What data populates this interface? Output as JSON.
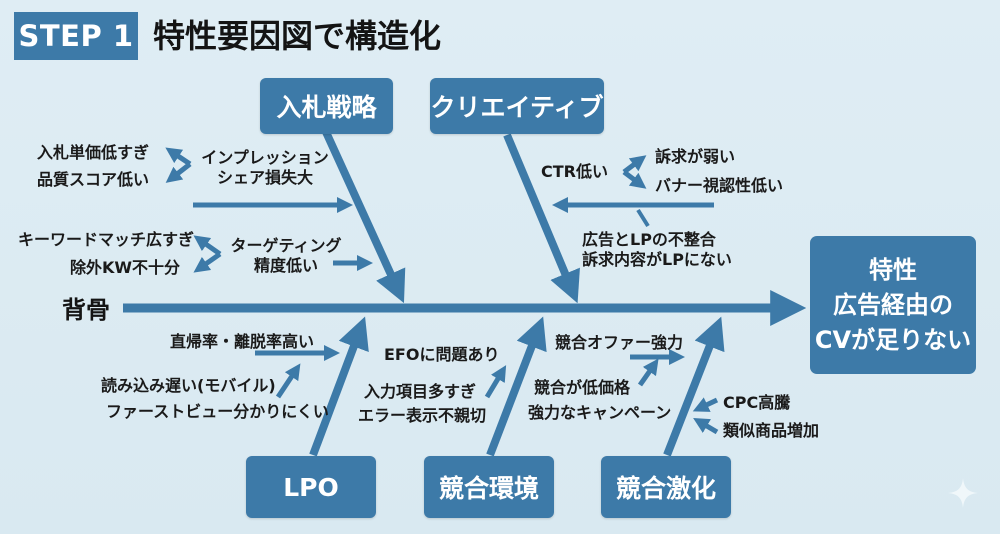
{
  "header": {
    "step_badge": "STEP 1",
    "title": "特性要因図で構造化"
  },
  "diagram": {
    "spine_label": "背骨",
    "effect": {
      "label": "特性",
      "lines": [
        "特性",
        "広告経由の",
        "CVが足りない"
      ]
    },
    "colors": {
      "accent": "#3d7aa8",
      "background": "#dcebf2",
      "text": "#1a1a1a"
    },
    "categories": {
      "bidding": {
        "label": "入札戦略",
        "causes": [
          {
            "label": "インプレッション\nシェア損失大",
            "line1": "インプレッション",
            "line2": "シェア損失大",
            "sub_causes": [
              "入札単価低すぎ",
              "品質スコア低い"
            ]
          },
          {
            "label": "ターゲティング\n精度低い",
            "line1": "ターゲティング",
            "line2": "精度低い",
            "sub_causes": [
              "キーワードマッチ広すぎ",
              "除外KW不十分"
            ]
          }
        ]
      },
      "creative": {
        "label": "クリエイティブ",
        "causes": [
          {
            "label": "CTR低い",
            "sub_causes": [
              "訴求が弱い",
              "バナー視認性低い"
            ]
          },
          {
            "line1": "広告とLPの不整合",
            "line2": "訴求内容がLPにない"
          }
        ]
      },
      "lpo": {
        "label": "LPO",
        "causes": [
          {
            "label": "直帰率・離脱率高い",
            "sub_causes": [
              "読み込み遅い(モバイル)",
              "ファーストビュー分かりにくい"
            ]
          }
        ]
      },
      "competitive_env": {
        "label": "競合環境",
        "causes": [
          {
            "label": "EFOに問題あり",
            "sub_causes": [
              "入力項目多すぎ",
              "エラー表示不親切"
            ]
          }
        ]
      },
      "competition": {
        "label": "競合激化",
        "causes": [
          {
            "label": "競合オファー強力",
            "sub_causes": [
              "競合が低価格",
              "強力なキャンペーン"
            ]
          },
          {
            "sub_causes": [
              "CPC高騰",
              "類似商品増加"
            ]
          }
        ]
      }
    },
    "decor_icon": "sparkle-icon"
  }
}
